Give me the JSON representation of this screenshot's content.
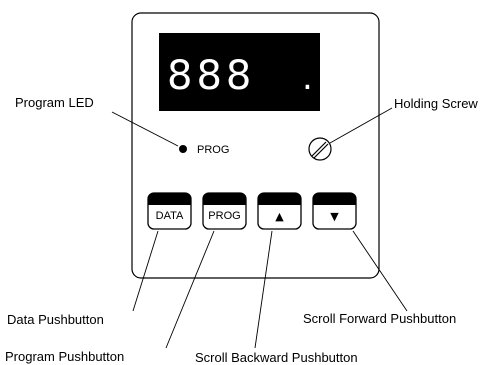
{
  "display": {
    "digits": "888",
    "decimal_point": "."
  },
  "indicator": {
    "prog_label": "PROG"
  },
  "buttons": {
    "data_label": "DATA",
    "prog_label": "PROG",
    "up_symbol": "▲",
    "down_symbol": "▼"
  },
  "callouts": {
    "program_led": "Program LED",
    "holding_screw": "Holding Screw",
    "data_pushbutton": "Data Pushbutton",
    "program_pushbutton": "Program Pushbutton",
    "scroll_backward_pushbutton": "Scroll Backward Pushbutton",
    "scroll_forward_pushbutton": "Scroll Forward Pushbutton"
  },
  "colors": {
    "outline": "#000000",
    "display_background": "#000000",
    "digit_color": "#ffffff"
  }
}
